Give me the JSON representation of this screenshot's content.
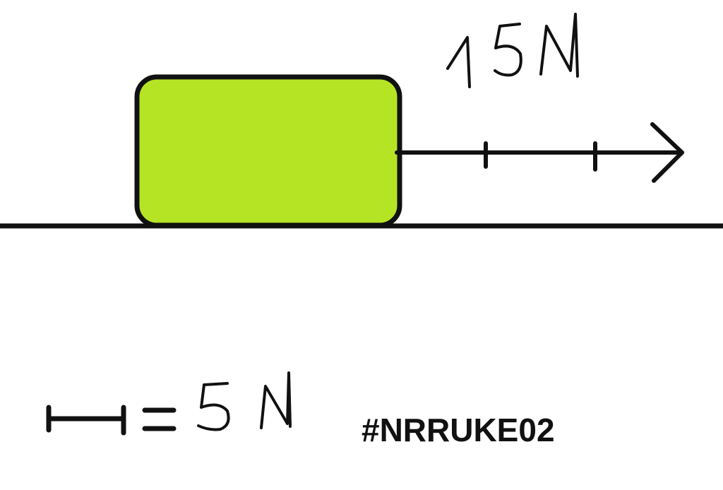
{
  "diagram": {
    "block_color": "#b5e425",
    "outline_color": "#111111",
    "force_label": "15N",
    "force_value": 15,
    "force_unit": "N",
    "scale_label": "= 5N",
    "scale_value": 5,
    "scale_unit": "N",
    "tag": "#NRRUKE02"
  }
}
